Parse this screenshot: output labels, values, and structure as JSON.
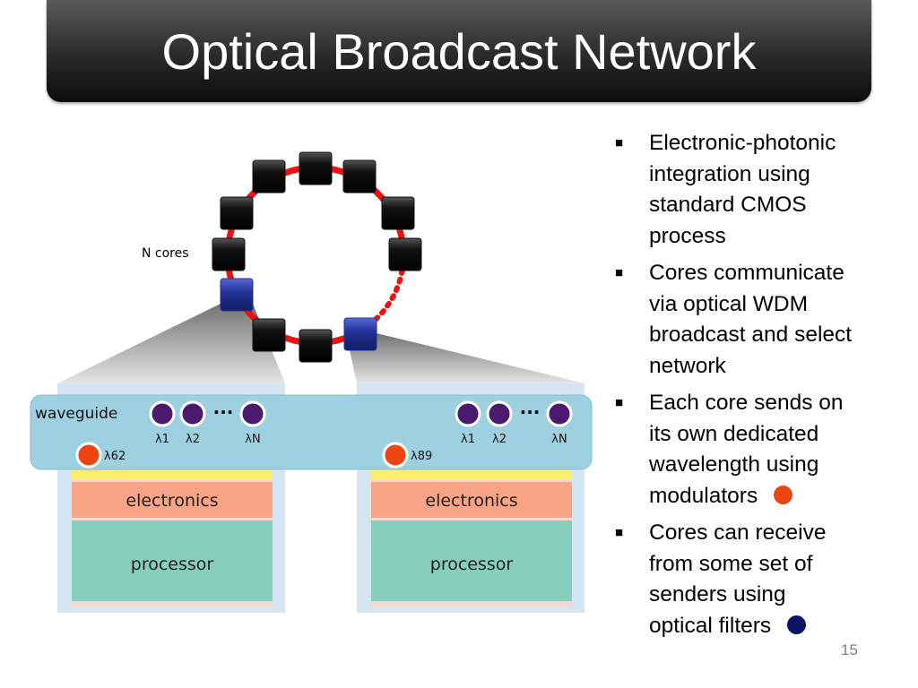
{
  "slide": {
    "title": "Optical Broadcast Network",
    "page_number": "15"
  },
  "diagram": {
    "ring_label": "N cores",
    "ring_color": "#ee1111",
    "core_color": "#111111",
    "selected_core_color": "#22339a",
    "modulator_color": "#ee4411",
    "filter_color": "#4b1a6e",
    "waveguide_label": "waveguide",
    "ellipsis": "···",
    "left_tile": {
      "filter_labels": [
        "λ1",
        "λ2",
        "λN"
      ],
      "modulator_label": "λ62",
      "electronics_label": "electronics",
      "processor_label": "processor"
    },
    "right_tile": {
      "filter_labels": [
        "λ1",
        "λ2",
        "λN"
      ],
      "modulator_label": "λ89",
      "electronics_label": "electronics",
      "processor_label": "processor"
    }
  },
  "bullets": [
    {
      "lines": [
        "Electronic-photonic",
        "integration using",
        "standard CMOS",
        "process"
      ],
      "dot": null
    },
    {
      "lines": [
        "Cores communicate",
        "via optical WDM",
        "broadcast and select",
        "network"
      ],
      "dot": null
    },
    {
      "lines": [
        "Each core sends on",
        "its own dedicated",
        "wavelength using",
        "modulators"
      ],
      "dot": "#ee4411"
    },
    {
      "lines": [
        "Cores can receive",
        "from some set of",
        "senders using",
        "optical filters"
      ],
      "dot": "#0a1466"
    }
  ],
  "bullet_marker": "■"
}
